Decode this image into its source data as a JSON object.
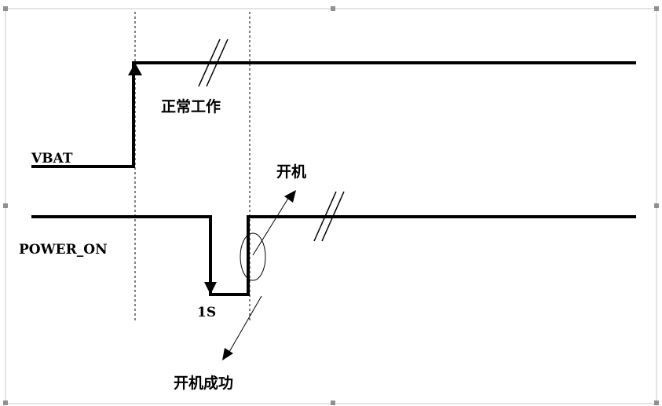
{
  "signals": {
    "vbat": "VBAT",
    "power_on": "POWER_ON"
  },
  "annotations": {
    "normal_operation": "正常工作",
    "power_on_trigger": "开机",
    "duration": "1S",
    "power_on_success": "开机成功"
  },
  "colors": {
    "line": "#000000",
    "frame": "#c8c8c8",
    "handle": "#909090"
  }
}
